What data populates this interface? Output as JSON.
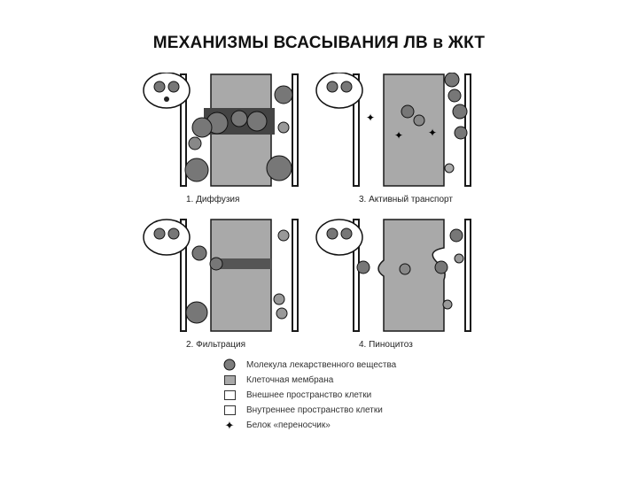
{
  "title": "МЕХАНИЗМЫ ВСАСЫВАНИЯ ЛВ в ЖКТ",
  "panels": {
    "diffusion": "1. Диффузия",
    "active": "3. Активный транспорт",
    "filtration": "2. Фильтрация",
    "pinocytosis": "4. Пиноцитоз"
  },
  "legend": {
    "molecule": "Молекула лекарственного вещества",
    "membrane": "Клеточная мембрана",
    "outer": "Внешнее пространство клетки",
    "inner": "Внутреннее пространство клетки",
    "carrier": "Белок «переносчик»"
  },
  "colors": {
    "membrane": "#a9a9a9",
    "outline": "#1a1a1a",
    "molecule": "#7d7d7d"
  }
}
